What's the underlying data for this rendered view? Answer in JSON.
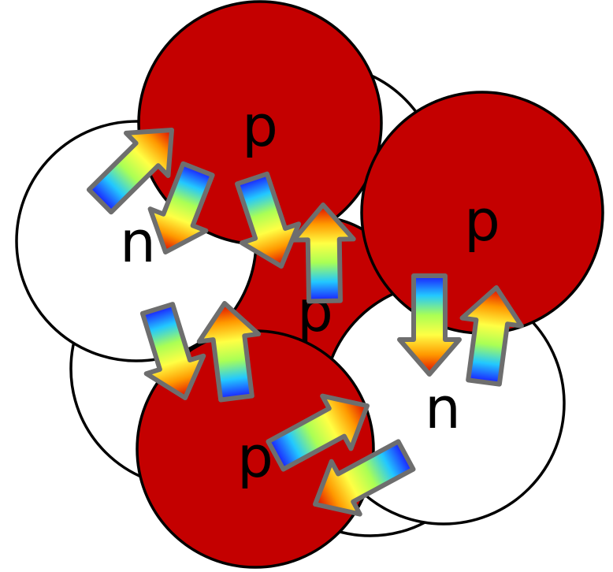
{
  "diagram": {
    "proton_color": "#c40000",
    "neutron_color": "#ffffff",
    "outline_color": "#000000",
    "arrow_outline_color": "#6e6e6e",
    "nucleons": [
      {
        "id": "n-back-left",
        "type": "neutron",
        "label": ""
      },
      {
        "id": "n-back-top",
        "type": "neutron",
        "label": ""
      },
      {
        "id": "n-back-bottom",
        "type": "neutron",
        "label": ""
      },
      {
        "id": "p-center",
        "type": "proton",
        "label": "p"
      },
      {
        "id": "n-left",
        "type": "neutron",
        "label": "n"
      },
      {
        "id": "p-top",
        "type": "proton",
        "label": "p"
      },
      {
        "id": "n-right",
        "type": "neutron",
        "label": "n"
      },
      {
        "id": "p-right",
        "type": "proton",
        "label": "p"
      },
      {
        "id": "p-bottom",
        "type": "proton",
        "label": "p"
      }
    ],
    "arrow_gradient": [
      "#1a1aff",
      "#22c8ff",
      "#aaff55",
      "#ffff44",
      "#ff9900",
      "#dd0000"
    ]
  }
}
